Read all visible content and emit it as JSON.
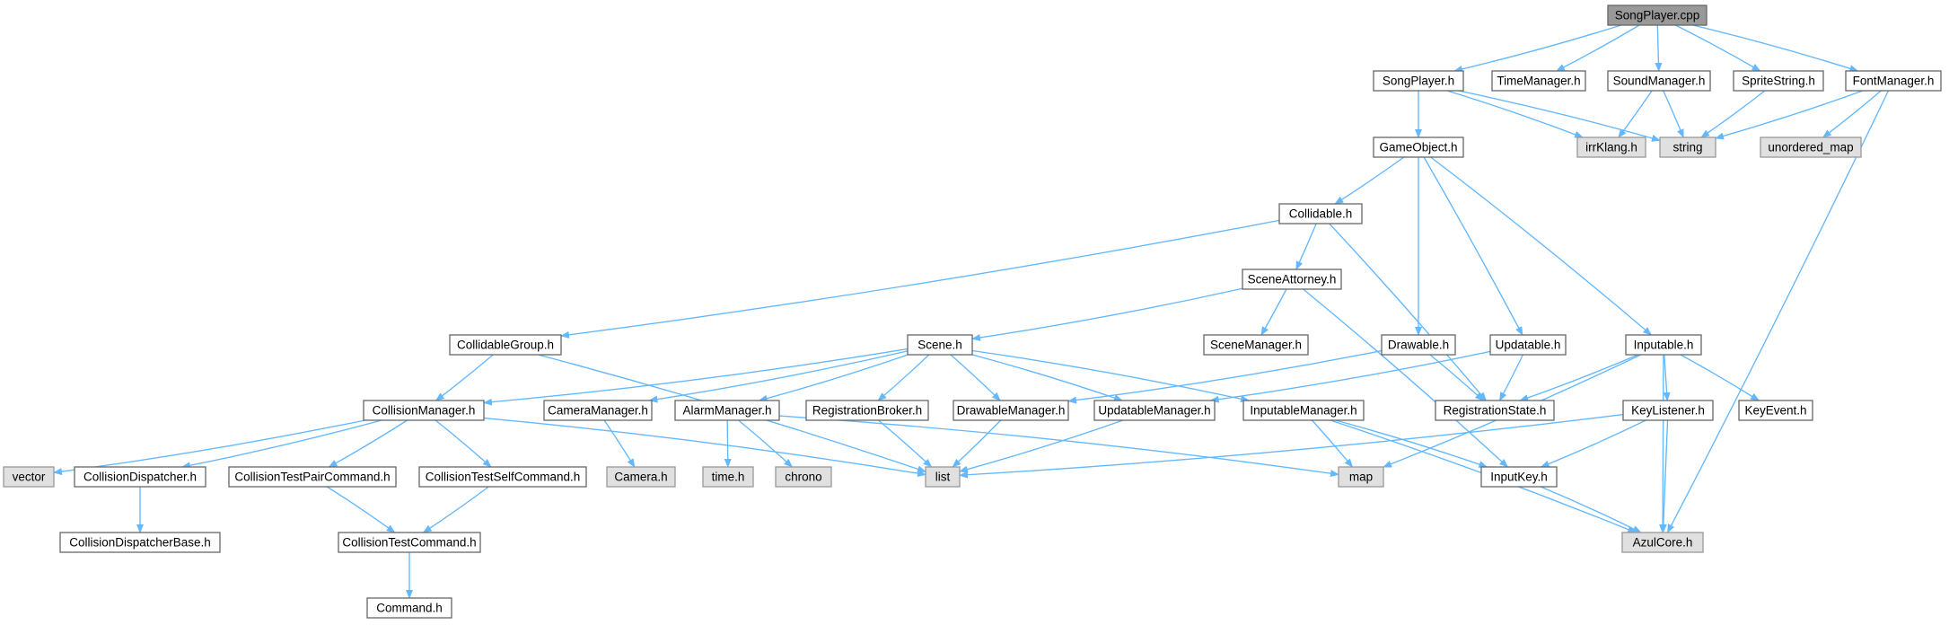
{
  "colors": {
    "edge": "#63b8ff",
    "root_fill": "#999999",
    "root_border": "#666666",
    "node_fill": "#ffffff",
    "node_border": "#666666",
    "external_fill": "#e0e0e0",
    "external_border": "#999999"
  },
  "nodes": [
    {
      "id": "songplayer_cpp",
      "label": "SongPlayer.cpp",
      "kind": "root"
    },
    {
      "id": "songplayer_h",
      "label": "SongPlayer.h",
      "kind": "header"
    },
    {
      "id": "timemanager_h",
      "label": "TimeManager.h",
      "kind": "header"
    },
    {
      "id": "soundmanager_h",
      "label": "SoundManager.h",
      "kind": "header"
    },
    {
      "id": "spritestring_h",
      "label": "SpriteString.h",
      "kind": "header"
    },
    {
      "id": "fontmanager_h",
      "label": "FontManager.h",
      "kind": "header"
    },
    {
      "id": "gameobject_h",
      "label": "GameObject.h",
      "kind": "header"
    },
    {
      "id": "irrklang_h",
      "label": "irrKlang.h",
      "kind": "external"
    },
    {
      "id": "string",
      "label": "string",
      "kind": "external"
    },
    {
      "id": "unordered_map",
      "label": "unordered_map",
      "kind": "external"
    },
    {
      "id": "collidable_h",
      "label": "Collidable.h",
      "kind": "header"
    },
    {
      "id": "sceneattorney_h",
      "label": "SceneAttorney.h",
      "kind": "header"
    },
    {
      "id": "collidablegroup_h",
      "label": "CollidableGroup.h",
      "kind": "header"
    },
    {
      "id": "scene_h",
      "label": "Scene.h",
      "kind": "header"
    },
    {
      "id": "scenemanager_h",
      "label": "SceneManager.h",
      "kind": "header"
    },
    {
      "id": "drawable_h",
      "label": "Drawable.h",
      "kind": "header"
    },
    {
      "id": "updatable_h",
      "label": "Updatable.h",
      "kind": "header"
    },
    {
      "id": "inputable_h",
      "label": "Inputable.h",
      "kind": "header"
    },
    {
      "id": "collisionmanager_h",
      "label": "CollisionManager.h",
      "kind": "header"
    },
    {
      "id": "cameramanager_h",
      "label": "CameraManager.h",
      "kind": "header"
    },
    {
      "id": "alarmmanager_h",
      "label": "AlarmManager.h",
      "kind": "header"
    },
    {
      "id": "registrationbroker_h",
      "label": "RegistrationBroker.h",
      "kind": "header"
    },
    {
      "id": "drawablemanager_h",
      "label": "DrawableManager.h",
      "kind": "header"
    },
    {
      "id": "updatablemanager_h",
      "label": "UpdatableManager.h",
      "kind": "header"
    },
    {
      "id": "inputablemanager_h",
      "label": "InputableManager.h",
      "kind": "header"
    },
    {
      "id": "registrationstate_h",
      "label": "RegistrationState.h",
      "kind": "header"
    },
    {
      "id": "keylistener_h",
      "label": "KeyListener.h",
      "kind": "header"
    },
    {
      "id": "keyevent_h",
      "label": "KeyEvent.h",
      "kind": "header"
    },
    {
      "id": "vector",
      "label": "vector",
      "kind": "external"
    },
    {
      "id": "collisiondispatcher_h",
      "label": "CollisionDispatcher.h",
      "kind": "header"
    },
    {
      "id": "collisiontestpaircommand_h",
      "label": "CollisionTestPairCommand.h",
      "kind": "header"
    },
    {
      "id": "collisiontestselfcommand_h",
      "label": "CollisionTestSelfCommand.h",
      "kind": "header"
    },
    {
      "id": "list",
      "label": "list",
      "kind": "external"
    },
    {
      "id": "camera_h",
      "label": "Camera.h",
      "kind": "external"
    },
    {
      "id": "time_h",
      "label": "time.h",
      "kind": "external"
    },
    {
      "id": "chrono",
      "label": "chrono",
      "kind": "external"
    },
    {
      "id": "map",
      "label": "map",
      "kind": "external"
    },
    {
      "id": "inputkey_h",
      "label": "InputKey.h",
      "kind": "header"
    },
    {
      "id": "collisiondispatcherbase_h",
      "label": "CollisionDispatcherBase.h",
      "kind": "header"
    },
    {
      "id": "collisiontestcommand_h",
      "label": "CollisionTestCommand.h",
      "kind": "header"
    },
    {
      "id": "azulcore_h",
      "label": "AzulCore.h",
      "kind": "external"
    },
    {
      "id": "command_h",
      "label": "Command.h",
      "kind": "header"
    }
  ],
  "edges": [
    [
      "songplayer_cpp",
      "songplayer_h"
    ],
    [
      "songplayer_cpp",
      "timemanager_h"
    ],
    [
      "songplayer_cpp",
      "soundmanager_h"
    ],
    [
      "songplayer_cpp",
      "spritestring_h"
    ],
    [
      "songplayer_cpp",
      "fontmanager_h"
    ],
    [
      "songplayer_h",
      "gameobject_h"
    ],
    [
      "songplayer_h",
      "irrklang_h"
    ],
    [
      "songplayer_h",
      "string"
    ],
    [
      "soundmanager_h",
      "irrklang_h"
    ],
    [
      "soundmanager_h",
      "string"
    ],
    [
      "spritestring_h",
      "string"
    ],
    [
      "fontmanager_h",
      "string"
    ],
    [
      "fontmanager_h",
      "unordered_map"
    ],
    [
      "fontmanager_h",
      "azulcore_h"
    ],
    [
      "gameobject_h",
      "collidable_h"
    ],
    [
      "gameobject_h",
      "drawable_h"
    ],
    [
      "gameobject_h",
      "updatable_h"
    ],
    [
      "gameobject_h",
      "inputable_h"
    ],
    [
      "collidable_h",
      "collidablegroup_h"
    ],
    [
      "collidable_h",
      "sceneattorney_h"
    ],
    [
      "collidable_h",
      "registrationstate_h"
    ],
    [
      "sceneattorney_h",
      "scene_h"
    ],
    [
      "sceneattorney_h",
      "scenemanager_h"
    ],
    [
      "sceneattorney_h",
      "inputkey_h"
    ],
    [
      "collidablegroup_h",
      "collisionmanager_h"
    ],
    [
      "collidablegroup_h",
      "list"
    ],
    [
      "scene_h",
      "collisionmanager_h"
    ],
    [
      "scene_h",
      "cameramanager_h"
    ],
    [
      "scene_h",
      "alarmmanager_h"
    ],
    [
      "scene_h",
      "registrationbroker_h"
    ],
    [
      "scene_h",
      "drawablemanager_h"
    ],
    [
      "scene_h",
      "updatablemanager_h"
    ],
    [
      "scene_h",
      "inputablemanager_h"
    ],
    [
      "drawable_h",
      "drawablemanager_h"
    ],
    [
      "drawable_h",
      "registrationstate_h"
    ],
    [
      "updatable_h",
      "updatablemanager_h"
    ],
    [
      "updatable_h",
      "registrationstate_h"
    ],
    [
      "inputable_h",
      "registrationstate_h"
    ],
    [
      "inputable_h",
      "keylistener_h"
    ],
    [
      "inputable_h",
      "keyevent_h"
    ],
    [
      "inputable_h",
      "map"
    ],
    [
      "inputable_h",
      "azulcore_h"
    ],
    [
      "collisionmanager_h",
      "vector"
    ],
    [
      "collisionmanager_h",
      "collisiondispatcher_h"
    ],
    [
      "collisionmanager_h",
      "collisiontestpaircommand_h"
    ],
    [
      "collisionmanager_h",
      "collisiontestselfcommand_h"
    ],
    [
      "collisionmanager_h",
      "list"
    ],
    [
      "cameramanager_h",
      "camera_h"
    ],
    [
      "alarmmanager_h",
      "time_h"
    ],
    [
      "alarmmanager_h",
      "chrono"
    ],
    [
      "alarmmanager_h",
      "map"
    ],
    [
      "registrationbroker_h",
      "list"
    ],
    [
      "drawablemanager_h",
      "list"
    ],
    [
      "updatablemanager_h",
      "list"
    ],
    [
      "inputablemanager_h",
      "map"
    ],
    [
      "inputablemanager_h",
      "inputkey_h"
    ],
    [
      "inputablemanager_h",
      "azulcore_h"
    ],
    [
      "keylistener_h",
      "list"
    ],
    [
      "keylistener_h",
      "inputkey_h"
    ],
    [
      "keylistener_h",
      "azulcore_h"
    ],
    [
      "inputkey_h",
      "azulcore_h"
    ],
    [
      "collisiondispatcher_h",
      "collisiondispatcherbase_h"
    ],
    [
      "collisiontestpaircommand_h",
      "collisiontestcommand_h"
    ],
    [
      "collisiontestselfcommand_h",
      "collisiontestcommand_h"
    ],
    [
      "collisiontestcommand_h",
      "command_h"
    ]
  ]
}
